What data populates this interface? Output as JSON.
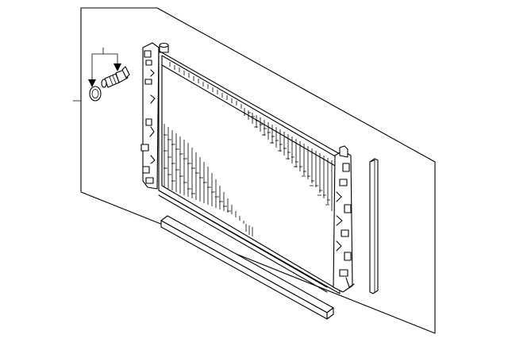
{
  "diagram": {
    "parts": [
      {
        "name": "radiator"
      },
      {
        "name": "drain-plug"
      },
      {
        "name": "o-ring"
      },
      {
        "name": "lower-insulator"
      },
      {
        "name": "side-seal"
      }
    ],
    "callouts": [
      {
        "target": "drain-plug"
      },
      {
        "target": "o-ring"
      },
      {
        "target": "radiator"
      }
    ]
  }
}
